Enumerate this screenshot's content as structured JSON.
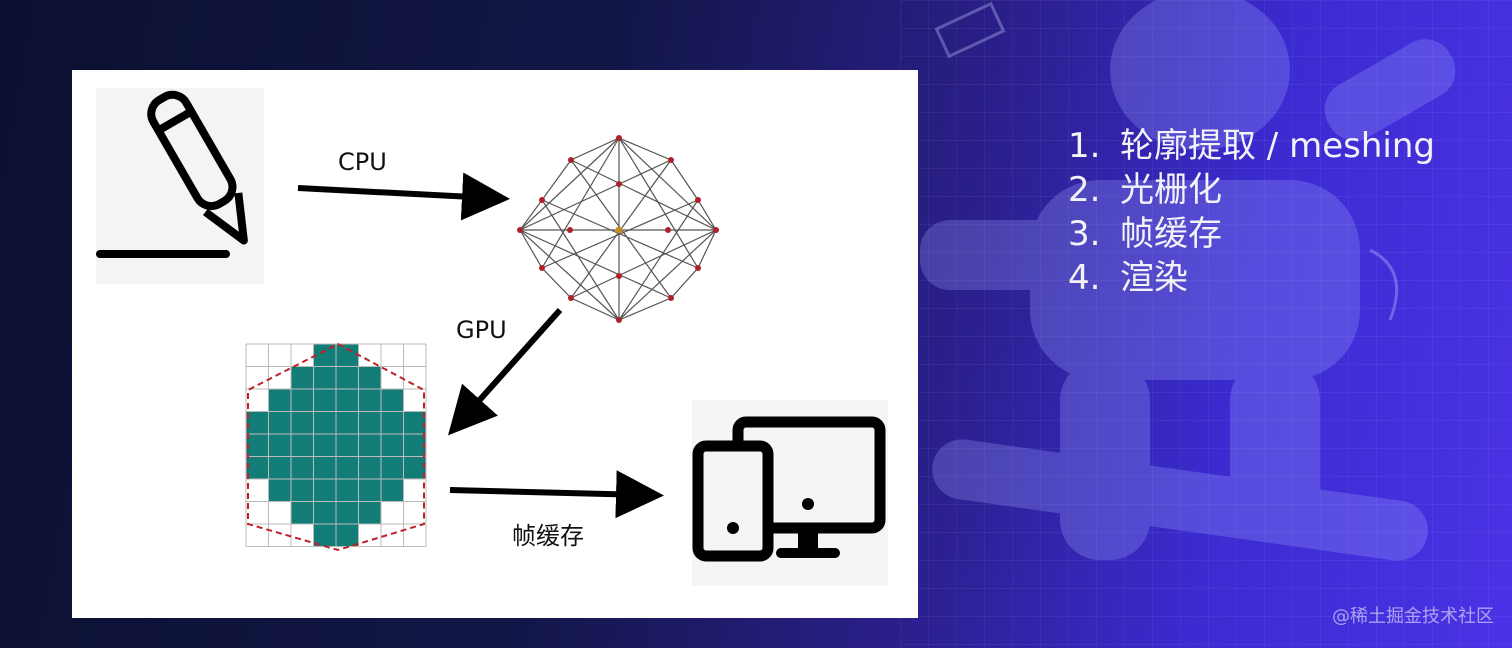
{
  "diagram": {
    "labels": {
      "cpu": "CPU",
      "gpu": "GPU",
      "framebuffer": "帧缓存"
    },
    "icons": {
      "draw": "pencil-icon",
      "mesh": "mesh-icon",
      "raster": "pixel-grid-icon",
      "display": "devices-icon"
    }
  },
  "steps": [
    {
      "num": "1.",
      "text": "轮廓提取 / meshing"
    },
    {
      "num": "2.",
      "text": "光栅化"
    },
    {
      "num": "3.",
      "text": "帧缓存"
    },
    {
      "num": "4.",
      "text": "渲染"
    }
  ],
  "watermark": "@稀土掘金技术社区",
  "colors": {
    "fill": "#127c77",
    "mesh_node": "#b0202a",
    "outline": "#c0202a"
  }
}
